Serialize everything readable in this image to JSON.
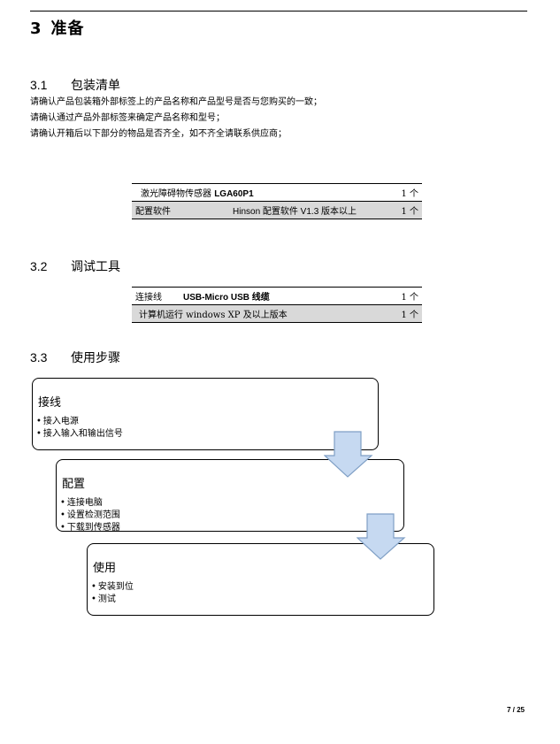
{
  "chapter": {
    "number": "3",
    "title": "准备"
  },
  "section_packing": {
    "number": "3.1",
    "title": "包装清单",
    "lines": [
      "请确认产品包装箱外部标签上的产品名称和产品型号是否与您购买的一致；",
      "请确认通过产品外部标签来确定产品名称和型号；",
      "请确认开箱后以下部分的物品是否齐全，如不齐全请联系供应商；"
    ],
    "table": [
      {
        "name": "激光障碍物传感器",
        "detail": "LGA60P1",
        "qty": "1 个"
      },
      {
        "name": "配置软件",
        "detail": "Hinson 配置软件 V1.3 版本以上",
        "qty": "1 个"
      }
    ]
  },
  "section_tools": {
    "number": "3.2",
    "title": "调试工具",
    "table": [
      {
        "name": "连接线",
        "detail": "USB-Micro USB 线缆",
        "qty": "1 个"
      },
      {
        "name": "计算机运行 windows XP 及以上版本",
        "detail": "",
        "qty": "1 个"
      }
    ]
  },
  "section_steps": {
    "number": "3.3",
    "title": "使用步骤",
    "steps": [
      {
        "title": "接线",
        "items": [
          "接入电源",
          "接入输入和输出信号"
        ]
      },
      {
        "title": "配置",
        "items": [
          "连接电脑",
          "设置检测范围",
          "下载到传感器"
        ]
      },
      {
        "title": "使用",
        "items": [
          "安装到位",
          "测试"
        ]
      }
    ]
  },
  "footer": {
    "page": "7 / 25"
  },
  "colors": {
    "row_shade": "#d9d9d9",
    "arrow_fill": "#c6d9f1",
    "arrow_stroke": "#7f9fc5"
  }
}
